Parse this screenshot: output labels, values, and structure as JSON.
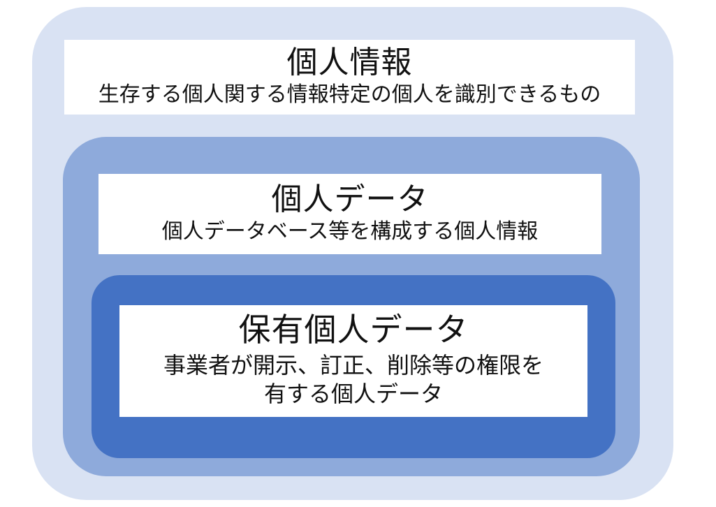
{
  "layers": [
    {
      "title": "個人情報",
      "description": "生存する個人関する情報特定の個人を識別できるもの",
      "color": "#d9e2f3"
    },
    {
      "title": "個人データ",
      "description": "個人データベース等を構成する個人情報",
      "color": "#8eaadb"
    },
    {
      "title": "保有個人データ",
      "description_lines": [
        "事業者が開示、訂正、削除等の権限を",
        "有する個人データ"
      ],
      "color": "#4472c4"
    }
  ]
}
